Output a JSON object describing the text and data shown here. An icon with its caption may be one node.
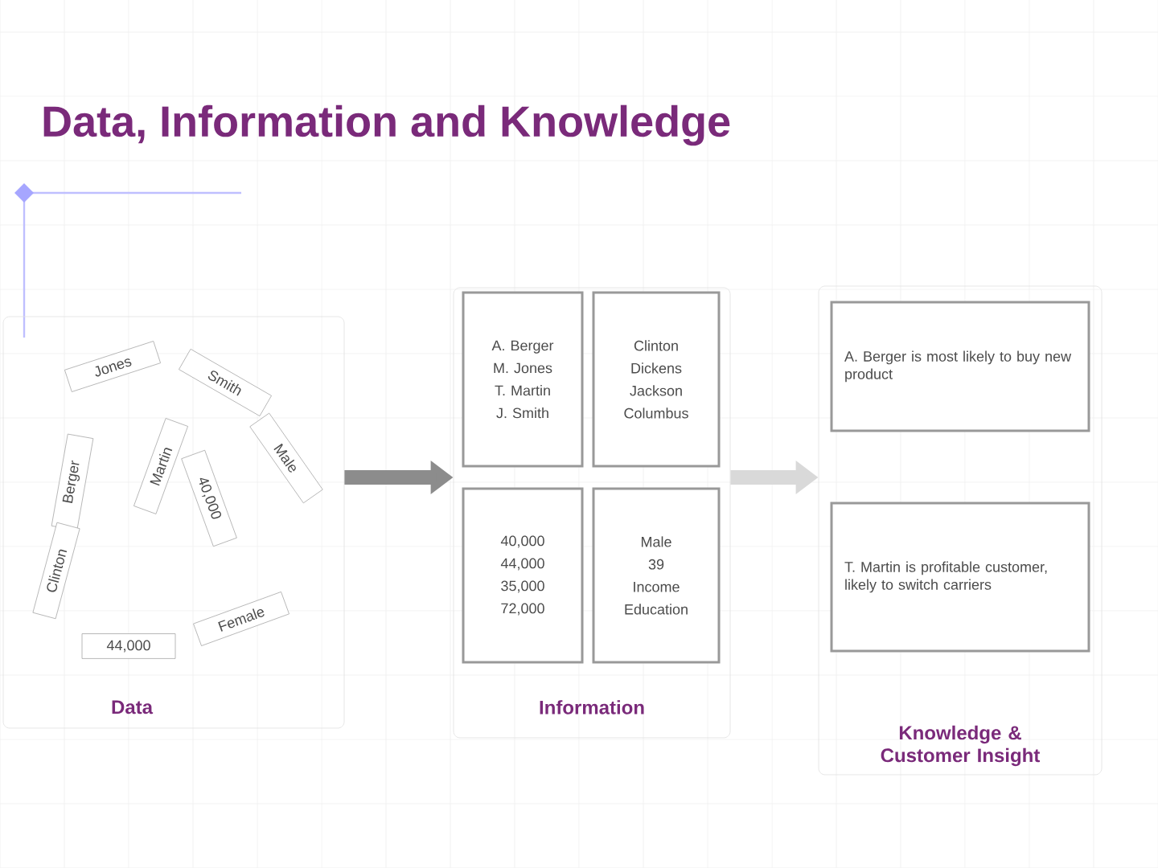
{
  "diagram": {
    "title": "Data, Information and Knowledge",
    "nodes": [
      {
        "text": [
          "Data"
        ]
      },
      {
        "text": [
          "Information"
        ]
      },
      {
        "text": [
          "A. Berger",
          "M. Jones",
          "T. Martin",
          "J. Smith"
        ],
        "in": 1
      },
      {
        "text": [
          "Clinton",
          "Dickens",
          "Jackson",
          "Columbus"
        ],
        "in": 1
      },
      {
        "text": [
          "40,000",
          "44,000",
          "35,000",
          "72,000"
        ],
        "in": 1
      },
      {
        "text": [
          "Male",
          "39",
          "Income",
          "Education"
        ],
        "in": 1
      },
      {
        "text": [
          "Knowledge & Customer Insight"
        ]
      },
      {
        "text": [
          "A. Berger is most likely to buy new product"
        ],
        "in": 6
      },
      {
        "text": [
          "T. Martin is profitable customer, likely to switch carriers"
        ],
        "in": 6
      }
    ],
    "edges": [
      {
        "from": 0,
        "to": 1,
        "arrow": "to",
        "color": "#8c8c8c"
      },
      {
        "from": 1,
        "to": 6,
        "arrow": "to",
        "color": "#d9d9d9"
      }
    ],
    "labels": [
      "Jones",
      "Smith",
      "Berger",
      "Martin",
      "40,000",
      "Male",
      "Clinton",
      "44,000",
      "Female"
    ]
  }
}
